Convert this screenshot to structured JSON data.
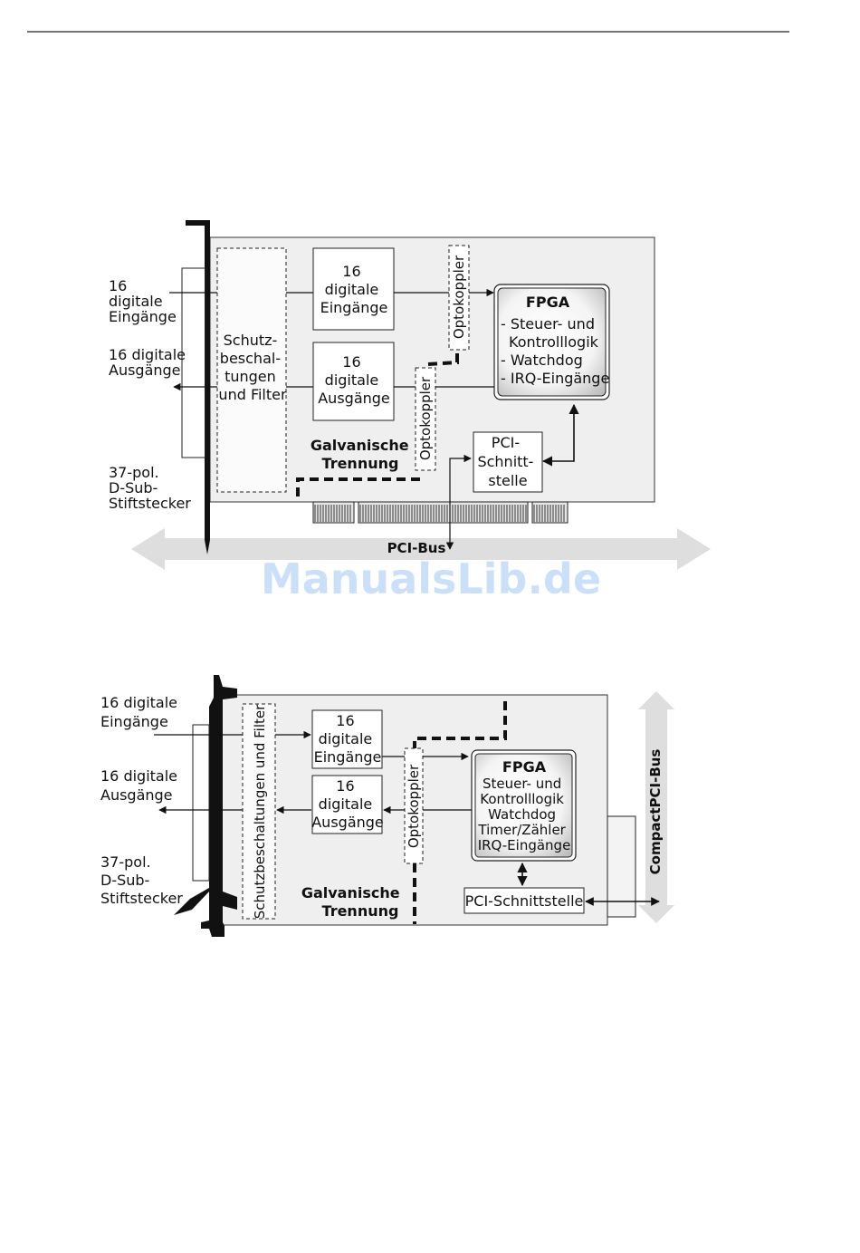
{
  "watermark": "ManualsLib.de",
  "pci_diagram": {
    "label_inputs": [
      "16",
      "digitale",
      "Eingänge"
    ],
    "label_outputs": [
      "16 digitale",
      "Ausgänge"
    ],
    "label_connector": [
      "37-pol.",
      "D-Sub-",
      "Stiftstecker"
    ],
    "protection": [
      "Schutz-",
      "beschal-",
      "tungen",
      "und Filter"
    ],
    "block_inputs": [
      "16",
      "digitale",
      "Eingänge"
    ],
    "block_outputs": [
      "16",
      "digitale",
      "Ausgänge"
    ],
    "optocoupler": "Optokoppler",
    "fpga_title": "FPGA",
    "fpga_items": [
      "- Steuer- und",
      "Kontrolllogik",
      "- Watchdog",
      "- IRQ-Eingänge"
    ],
    "isolation": [
      "Galvanische",
      "Trennung"
    ],
    "pci_interface": [
      "PCI-",
      "Schnitt-",
      "stelle"
    ],
    "bus": "PCI-Bus"
  },
  "cpci_diagram": {
    "label_inputs": [
      "16 digitale",
      "Eingänge"
    ],
    "label_outputs": [
      "16 digitale",
      "Ausgänge"
    ],
    "label_connector": [
      "37-pol.",
      "D-Sub-",
      "Stiftstecker"
    ],
    "protection": "Schutzbeschaltungen und Filter",
    "block_inputs": [
      "16",
      "digitale",
      "Eingänge"
    ],
    "block_outputs": [
      "16",
      "digitale",
      "Ausgänge"
    ],
    "optocoupler": "Optokoppler",
    "fpga_title": "FPGA",
    "fpga_items": [
      "Steuer- und",
      "Kontrolllogik",
      "Watchdog",
      "Timer/Zähler",
      "IRQ-Eingänge"
    ],
    "isolation": [
      "Galvanische",
      "Trennung"
    ],
    "pci_interface": "PCI-Schnittstelle",
    "bus": "CompactPCI-Bus"
  }
}
